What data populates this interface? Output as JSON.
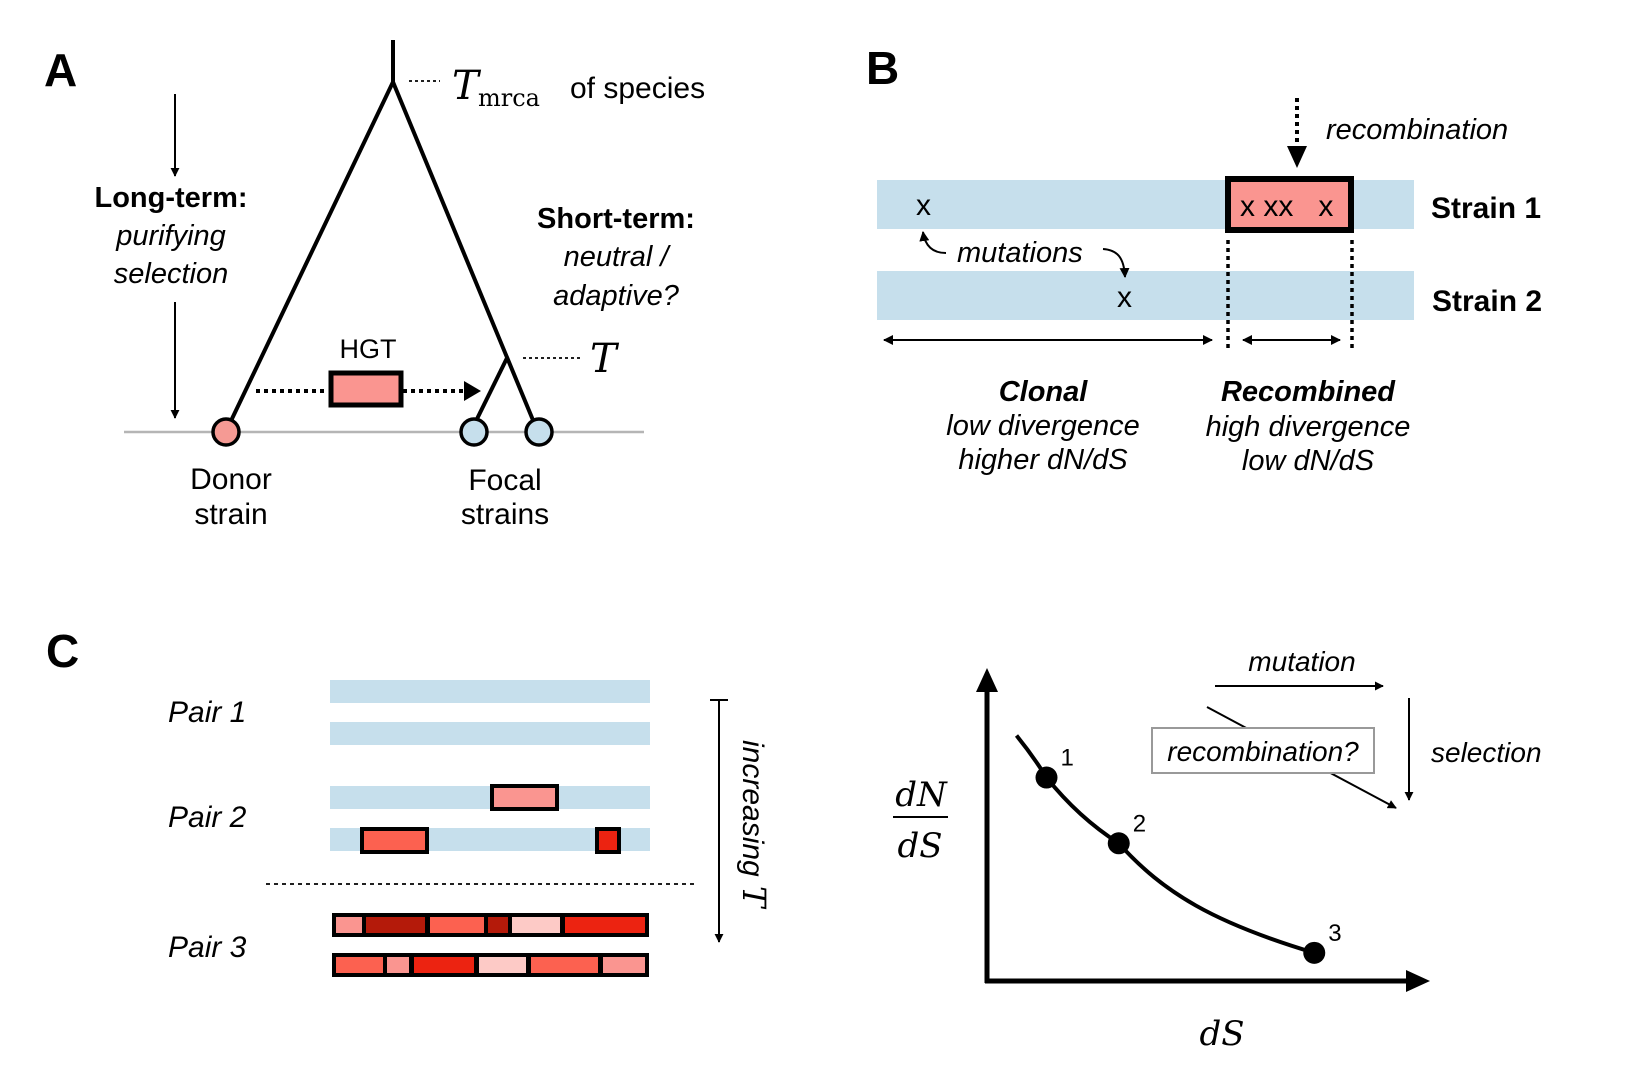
{
  "panels": {
    "a": {
      "letter": "A",
      "tmrca_symbol": "T",
      "tmrca_subscript": "mrca",
      "tmrca_suffix": "of species",
      "t_symbol": "T",
      "long_term_title": "Long-term:",
      "long_term_line1": "purifying",
      "long_term_line2": "selection",
      "short_term_title": "Short-term:",
      "short_term_line1": "neutral /",
      "short_term_line2": "adaptive?",
      "hgt_label": "HGT",
      "donor_line1": "Donor",
      "donor_line2": "strain",
      "focal_line1": "Focal",
      "focal_line2": "strains"
    },
    "b": {
      "letter": "B",
      "recombination_label": "recombination",
      "strain1_label": "Strain 1",
      "strain2_label": "Strain 2",
      "mutation_mark": "x",
      "recombined_marks": "x xx   x",
      "mutations_label": "mutations",
      "clonal_title": "Clonal",
      "clonal_line1": "low divergence",
      "clonal_line2": "higher dN/dS",
      "recombined_title": "Recombined",
      "recombined_line1": "high divergence",
      "recombined_line2": "low dN/dS"
    },
    "c": {
      "letter": "C",
      "pairs": [
        {
          "label": "Pair 1"
        },
        {
          "label": "Pair 2"
        },
        {
          "label": "Pair 3"
        }
      ],
      "increasing_label": "increasing",
      "increasing_symbol": "T",
      "mutation_label": "mutation",
      "selection_label": "selection",
      "recombination_label": "recombination?"
    }
  },
  "colors": {
    "strain_blue": "#c6dfec",
    "recomb_pink": "#fa9590",
    "donor_pink": "#f59a94",
    "focal_blue": "#c6dfec",
    "seg_light": "#fa9590",
    "seg_dark": "#b41a0a",
    "seg_mid": "#fc6150",
    "seg_pale": "#fdcac6",
    "seg_red": "#ec2311"
  },
  "chart_data": {
    "type": "line",
    "title": "",
    "xlabel": "dS",
    "ylabel": "dN/dS",
    "axis_ticks": "none",
    "series": [
      {
        "name": "dN/dS vs dS",
        "points": [
          {
            "label": "1",
            "x": 0.14,
            "y": 0.65
          },
          {
            "label": "2",
            "x": 0.31,
            "y": 0.44
          },
          {
            "label": "3",
            "x": 0.77,
            "y": 0.09
          }
        ]
      }
    ],
    "annotations": [
      "mutation",
      "selection",
      "recombination?"
    ],
    "xlim": [
      0,
      1
    ],
    "ylim": [
      0,
      1
    ],
    "grid": false,
    "legend": "none"
  }
}
